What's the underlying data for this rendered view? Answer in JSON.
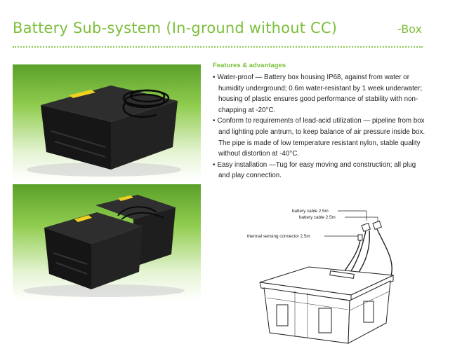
{
  "header": {
    "title": "Battery Sub-system (In-ground without CC)",
    "section_tag": "-Box"
  },
  "features": {
    "heading": "Features & advantages",
    "items": [
      "Water-proof — Battery box housing IP68, against from water or humidity underground; 0.6m water-resistant by 1 week underwater; housing of plastic ensures good performance of stability with non-chapping at -20°C.",
      "Conform to requirements of lead-acid utilization — pipeline from box and lighting pole antrum, to keep balance of air pressure inside box. The pipe is made of low temperature resistant nylon, stable quality without distortion at -40°C.",
      "Easy installation —Tug for easy moving and construction; all plug and play connection."
    ]
  },
  "diagram": {
    "labels": {
      "battery_cable_1": "battery cable 2.5m",
      "battery_cable_2": "battery cable 2.5m",
      "thermal_sensing": "thermal sensing connector 2.5m"
    }
  },
  "colors": {
    "accent": "#7bbf3a",
    "photo_background": "#8fcc4e",
    "box": "#1c1c1c",
    "label_yellow": "#f0d020"
  }
}
